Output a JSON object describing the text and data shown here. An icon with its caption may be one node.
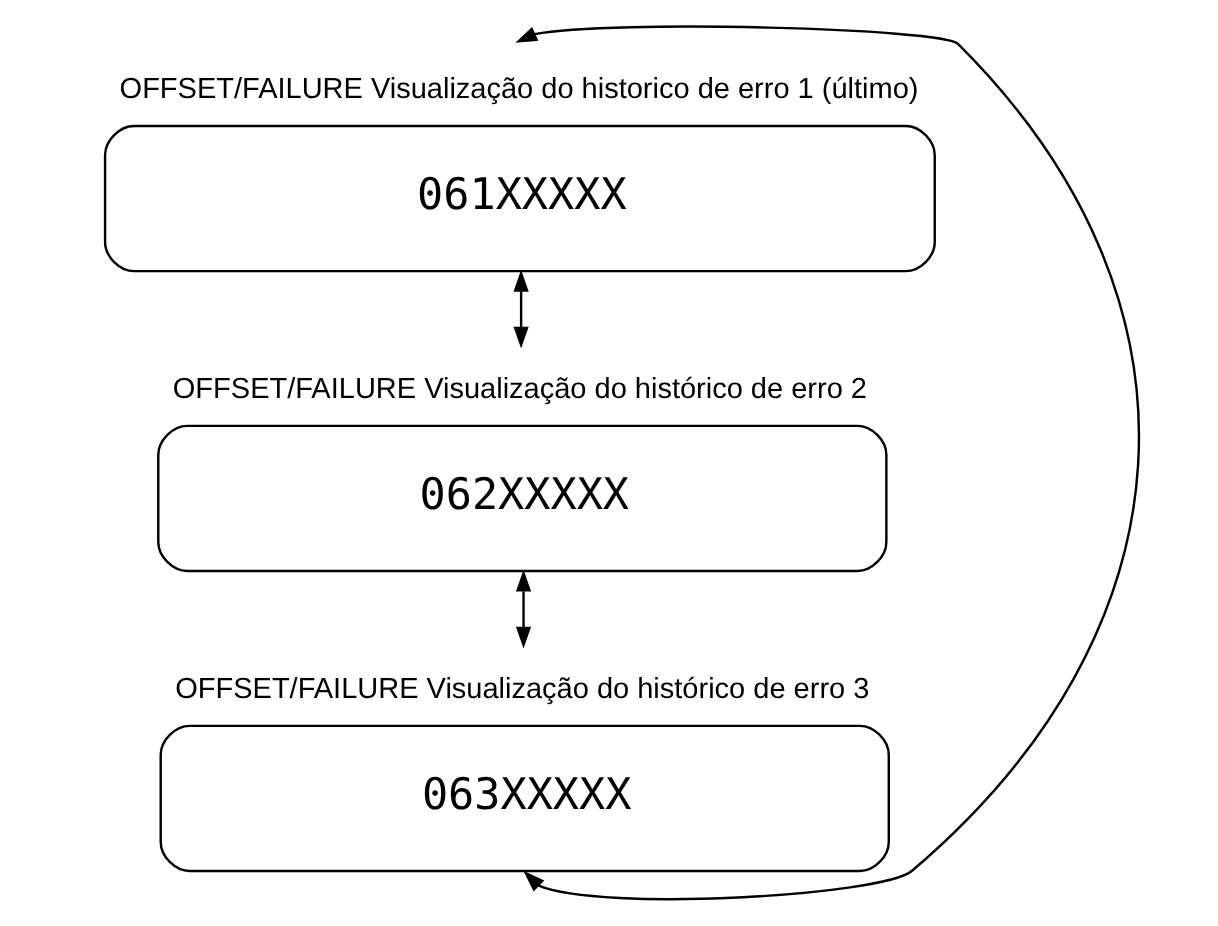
{
  "diagram": {
    "nodes": [
      {
        "text": [
          "OFFSET/FAILURE Visualização do historico de erro 1 (último)",
          "061XXXXX"
        ]
      },
      {
        "text": [
          "OFFSET/FAILURE Visualização do histórico de erro 2",
          "062XXXXX"
        ]
      },
      {
        "text": [
          "OFFSET/FAILURE Visualização do histórico de erro 3",
          "063XXXXX"
        ]
      }
    ],
    "edges": [
      {
        "from": 0,
        "to": 1,
        "arrow": "both"
      },
      {
        "from": 1,
        "to": 2,
        "arrow": "both"
      },
      {
        "from": 2,
        "to": 0,
        "arrow": "both"
      }
    ]
  }
}
